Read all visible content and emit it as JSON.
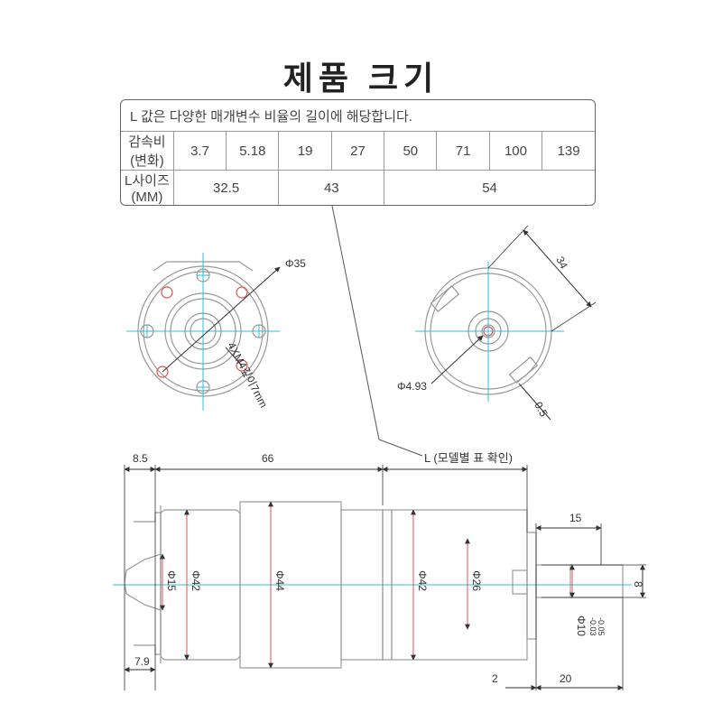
{
  "title": "제품 크기",
  "table": {
    "note": "L 값은 다양한 매개변수 비율의 길이에 해당합니다.",
    "ratio_label": "감속비(변화)",
    "ratios": [
      "3.7",
      "5.18",
      "19",
      "27",
      "50",
      "71",
      "100",
      "139"
    ],
    "length_label": "L사이즈(MM)",
    "lengths": [
      "32.5",
      "43",
      "54"
    ]
  },
  "drawing": {
    "dia_35": "Φ35",
    "screw_note": "4XM4깊이7mm",
    "dim_34": "34",
    "dia_4_93": "Φ4.93",
    "dim_0_5": "0.5",
    "dim_8_5": "8.5",
    "dim_66": "66",
    "l_label": "L (모델별 표 확인)",
    "dim_15": "15",
    "dia_15": "Φ15",
    "dia_42_left": "Φ42",
    "dia_44": "Φ44",
    "dia_42_right": "Φ42",
    "dia_26": "Φ26",
    "dim_8": "8",
    "dia_10": "Φ10",
    "tol_upper": "-0.03",
    "tol_lower": "-0.05",
    "dim_7_9": "7.9",
    "dim_2": "2",
    "dim_20": "20"
  },
  "colors": {
    "line": "#888888",
    "dimension": "#333333",
    "centerline": "#2fbfe0",
    "hole": "#e05050"
  }
}
